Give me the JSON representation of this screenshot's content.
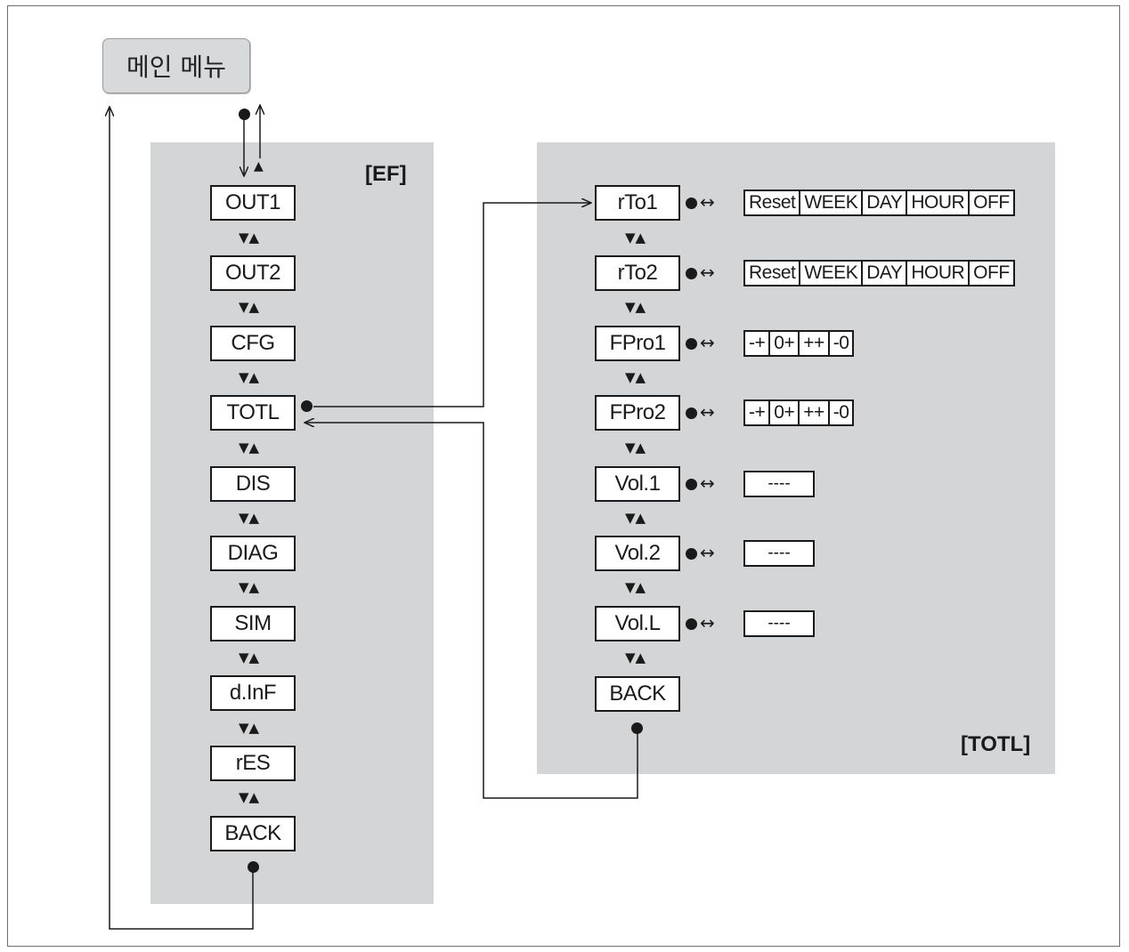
{
  "main_menu": {
    "label": "메인 메뉴"
  },
  "ef_panel": {
    "label": "[EF]",
    "items": [
      "OUT1",
      "OUT2",
      "CFG",
      "TOTL",
      "DIS",
      "DIAG",
      "SIM",
      "d.InF",
      "rES",
      "BACK"
    ]
  },
  "totl_panel": {
    "label": "[TOTL]",
    "items": [
      {
        "name": "rTo1",
        "options": [
          "Reset",
          "WEEK",
          "DAY",
          "HOUR",
          "OFF"
        ]
      },
      {
        "name": "rTo2",
        "options": [
          "Reset",
          "WEEK",
          "DAY",
          "HOUR",
          "OFF"
        ]
      },
      {
        "name": "FPro1",
        "options": [
          "-+",
          "0+",
          "++",
          "-0"
        ]
      },
      {
        "name": "FPro2",
        "options": [
          "-+",
          "0+",
          "++",
          "-0"
        ]
      },
      {
        "name": "Vol.1",
        "display": "----"
      },
      {
        "name": "Vol.2",
        "display": "----"
      },
      {
        "name": "Vol.L",
        "display": "----"
      },
      {
        "name": "BACK"
      }
    ]
  },
  "symbols": {
    "nav_arrows": "▼▲",
    "bidirectional": "↔"
  }
}
